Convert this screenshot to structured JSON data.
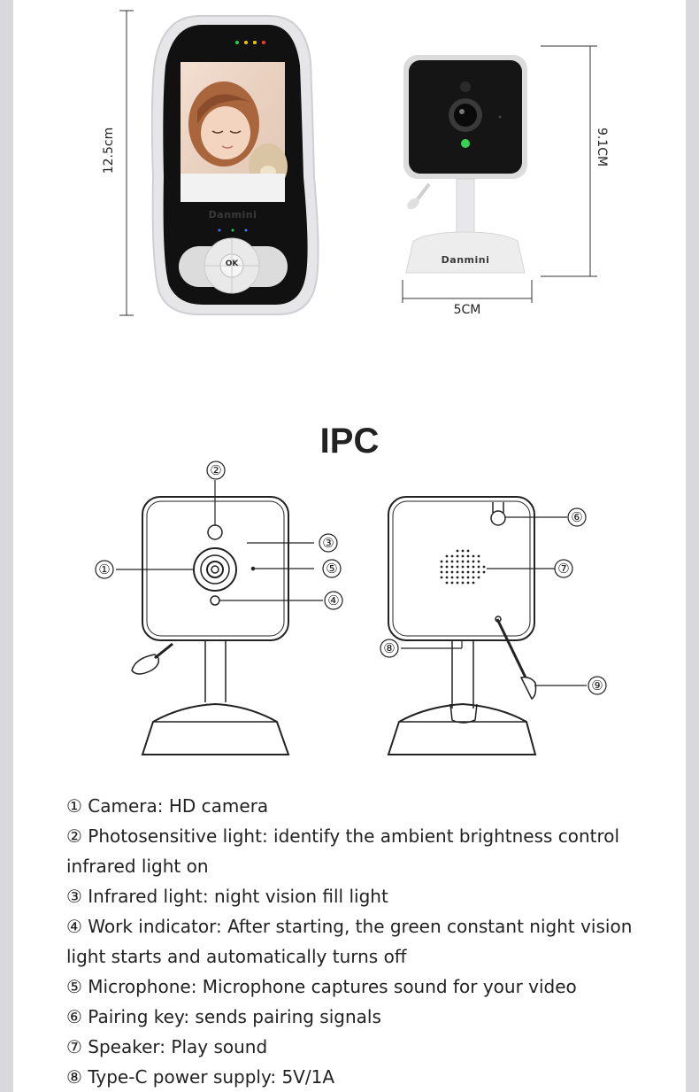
{
  "dimensions": {
    "monitor_height": "12.5cm",
    "camera_height": "9.1CM",
    "camera_width": "5CM"
  },
  "monitor": {
    "brand": "Danmini",
    "ok_label": "OK"
  },
  "camera": {
    "brand": "Danmini"
  },
  "ipc_title": "IPC",
  "callouts": {
    "c1": "①",
    "c2": "②",
    "c3": "③",
    "c4": "④",
    "c5": "⑤",
    "c6": "⑥",
    "c7": "⑦",
    "c8": "⑧",
    "c9": "⑨"
  },
  "legend": [
    "① Camera: HD camera",
    "② Photosensitive light: identify the ambient brightness control infrared  light on",
    "③ Infrared light: night vision fill light",
    "④ Work indicator: After starting, the green constant night vision light starts and automatically turns off",
    "⑤ Microphone: Microphone captures sound for your video",
    "⑥ Pairing key: sends pairing signals",
    "⑦ Speaker: Play sound",
    "⑧ Type-C power supply: 5V/1A"
  ],
  "colors": {
    "indicator_green": "#39d353",
    "led_green": "#2ecc40",
    "led_blue": "#3b7bff",
    "led_yellow": "#f5c400",
    "led_red": "#ff3b30",
    "device_black": "#111111",
    "device_white": "#eeeeee"
  }
}
